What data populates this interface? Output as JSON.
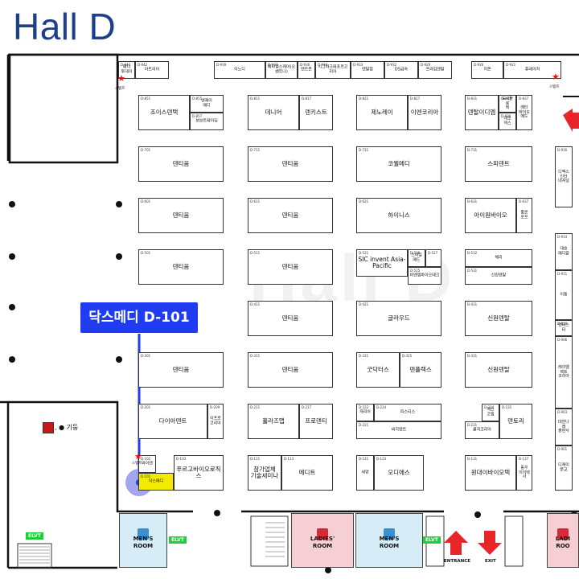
{
  "hall_title": "Hall D",
  "watermark": "Hall D",
  "callout": "닥스메디 D-101",
  "legend": {
    "text": ", ● 기둥"
  },
  "staff_label": "스탭프",
  "rooms": {
    "mens_left": "MEN'S\nROOM",
    "ladies": "LADIES'\nROOM",
    "mens_right": "MEN'S\nROOM",
    "ladies_partial": "LADI\nROO"
  },
  "elvt": "ELVT",
  "entrance": "ENTRANCE",
  "exit": "EXIT",
  "colors": {
    "title": "#1e3f8a",
    "callout": "#1f3cf0",
    "target": "#f4ea00",
    "mens": "#d6ecf6",
    "ladies": "#f6cfd4"
  },
  "booths": [
    {
      "code": "D-943",
      "name": "메디\n투데이"
    },
    {
      "code": "D-942",
      "name": "아트리아"
    },
    {
      "code": "D-939",
      "name": "이노디"
    },
    {
      "code": "D-937",
      "name": "메타헬스케어(오쎈트나)"
    },
    {
      "code": "D-936",
      "name": "덴트존"
    },
    {
      "code": "D-934",
      "name": "시그마크레포르코리아"
    },
    {
      "code": "D-933",
      "name": "덴탈컵"
    },
    {
      "code": "D-932",
      "name": "DS금속"
    },
    {
      "code": "D-929",
      "name": "프라임덴탈"
    },
    {
      "code": "D-926",
      "name": "지온"
    },
    {
      "code": "D-921",
      "name": "휴레이저"
    },
    {
      "code": "D-851",
      "name": "조이스덴택"
    },
    {
      "code": "D-855",
      "name": "엔제이\n메디"
    },
    {
      "code": "D-857",
      "name": "보보트레이딩"
    },
    {
      "code": "D-811",
      "name": "데니어"
    },
    {
      "code": "D-817",
      "name": "덴키스트"
    },
    {
      "code": "D-821",
      "name": "제노레이"
    },
    {
      "code": "D-827",
      "name": "이엔코리아"
    },
    {
      "code": "D-831",
      "name": "덴탈이디엠"
    },
    {
      "code": "D-833",
      "name": "도시플로\n텍"
    },
    {
      "code": "D-836",
      "name": "네오\n덱스"
    },
    {
      "code": "D-837",
      "name": "메타\n바이오\n메드"
    },
    {
      "code": "D-701",
      "name": "덴티움"
    },
    {
      "code": "D-711",
      "name": "덴티움"
    },
    {
      "code": "D-721",
      "name": "코웰메디"
    },
    {
      "code": "D-731",
      "name": "스피덴트"
    },
    {
      "code": "D-601",
      "name": "덴티움"
    },
    {
      "code": "D-611",
      "name": "덴티움"
    },
    {
      "code": "D-621",
      "name": "하이니스"
    },
    {
      "code": "D-631",
      "name": "아이원바이오"
    },
    {
      "code": "D-637",
      "name": "좋은\n포프"
    },
    {
      "code": "D-501",
      "name": "덴티움"
    },
    {
      "code": "D-511",
      "name": "덴티움"
    },
    {
      "code": "D-521",
      "name": "SIC invent Asia-Pacific"
    },
    {
      "code": "D-526",
      "name": "스마일\n메드"
    },
    {
      "code": "D-527",
      "name": ""
    },
    {
      "code": "D-525",
      "name": "비엔엠바이오테크"
    },
    {
      "code": "D-532",
      "name": "헤리"
    },
    {
      "code": "D-531",
      "name": "신원덴탈"
    },
    {
      "code": "D-411",
      "name": "덴티움"
    },
    {
      "code": "D-421",
      "name": "글라우드"
    },
    {
      "code": "D-431",
      "name": "신원덴탈"
    },
    {
      "code": "D-301",
      "name": "덴티움"
    },
    {
      "code": "D-311",
      "name": "덴티움"
    },
    {
      "code": "D-321",
      "name": "굿닥터스"
    },
    {
      "code": "D-325",
      "name": "덴플렉스"
    },
    {
      "code": "D-331",
      "name": "신원덴탈"
    },
    {
      "code": "D-201",
      "name": "다이아덴트"
    },
    {
      "code": "D-209",
      "name": "이프로\n코리아"
    },
    {
      "code": "D-211",
      "name": "홀라즈맵"
    },
    {
      "code": "D-217",
      "name": "프로덴티"
    },
    {
      "code": "D-222",
      "name": "캐리어"
    },
    {
      "code": "D-224",
      "name": "피스티스"
    },
    {
      "code": "D-221",
      "name": "써지덴트"
    },
    {
      "code": "D-234",
      "name": "덱스\n코랩"
    },
    {
      "code": "D-235",
      "name": "덴토리"
    },
    {
      "code": "D-231",
      "name": "쿨저코리아"
    },
    {
      "code": "D-102",
      "name": "와이덴"
    },
    {
      "code": "D-101",
      "name": "닥스메디"
    },
    {
      "code": "D-103",
      "name": "푸르고바이오로직스"
    },
    {
      "code": "D-111",
      "name": "참가업체\n기술세미나"
    },
    {
      "code": "D-113",
      "name": "메디트"
    },
    {
      "code": "D-121",
      "name": "세양"
    },
    {
      "code": "D-123",
      "name": "오디에스"
    },
    {
      "code": "D-131",
      "name": "원대이바이오텍"
    },
    {
      "code": "D-137",
      "name": "동우\n이이텍사"
    },
    {
      "code": "D-916",
      "name": "디엑스\n인터\n내셔널"
    },
    {
      "code": "D-914",
      "name": "대승\n메디칼"
    },
    {
      "code": "D-911",
      "name": "이동"
    },
    {
      "code": "D-910",
      "name": "덴티스타"
    },
    {
      "code": "D-906",
      "name": "레이엘렉트\n코리아"
    },
    {
      "code": "D-903",
      "name": "대한나래\n출판사"
    },
    {
      "code": "D-901",
      "name": "디케이\n문교"
    }
  ]
}
